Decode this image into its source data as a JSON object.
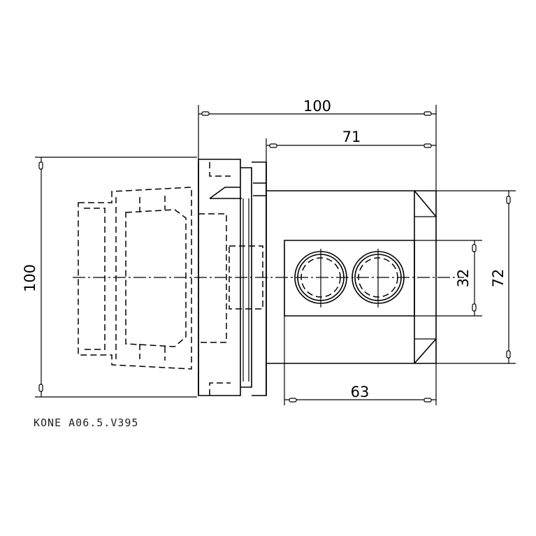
{
  "drawing": {
    "dimensions": {
      "overall_length": "100",
      "overall_height": "100",
      "body_length": "71",
      "block_height": "72",
      "bore_spacing": "32",
      "block_length": "63"
    },
    "caption": "KONE  A06.5.V395"
  },
  "colors": {
    "line": "#000000",
    "background": "#ffffff"
  }
}
